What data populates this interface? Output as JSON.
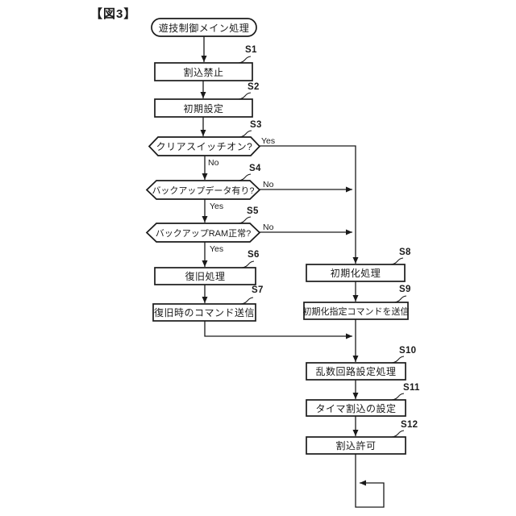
{
  "figure_label": "【図3】",
  "flowchart": {
    "start": {
      "label": "遊技制御メイン処理"
    },
    "steps": [
      {
        "id": "S1",
        "label": "割込禁止",
        "type": "process"
      },
      {
        "id": "S2",
        "label": "初期設定",
        "type": "process"
      },
      {
        "id": "S3",
        "label": "クリアスイッチオン?",
        "type": "decision",
        "yes": "Yes",
        "no": "No"
      },
      {
        "id": "S4",
        "label": "バックアップデータ有り?",
        "type": "decision",
        "yes": "Yes",
        "no": "No"
      },
      {
        "id": "S5",
        "label": "バックアップRAM正常?",
        "type": "decision",
        "yes": "Yes",
        "no": "No"
      },
      {
        "id": "S6",
        "label": "復旧処理",
        "type": "process"
      },
      {
        "id": "S7",
        "label": "復旧時のコマンド送信",
        "type": "process"
      },
      {
        "id": "S8",
        "label": "初期化処理",
        "type": "process"
      },
      {
        "id": "S9",
        "label": "初期化指定コマンドを送信",
        "type": "process"
      },
      {
        "id": "S10",
        "label": "乱数回路設定処理",
        "type": "process"
      },
      {
        "id": "S11",
        "label": "タイマ割込の設定",
        "type": "process"
      },
      {
        "id": "S12",
        "label": "割込許可",
        "type": "process"
      }
    ]
  },
  "colors": {
    "line": "#1a1a1a",
    "background": "#ffffff",
    "text": "#1a1a1a"
  }
}
